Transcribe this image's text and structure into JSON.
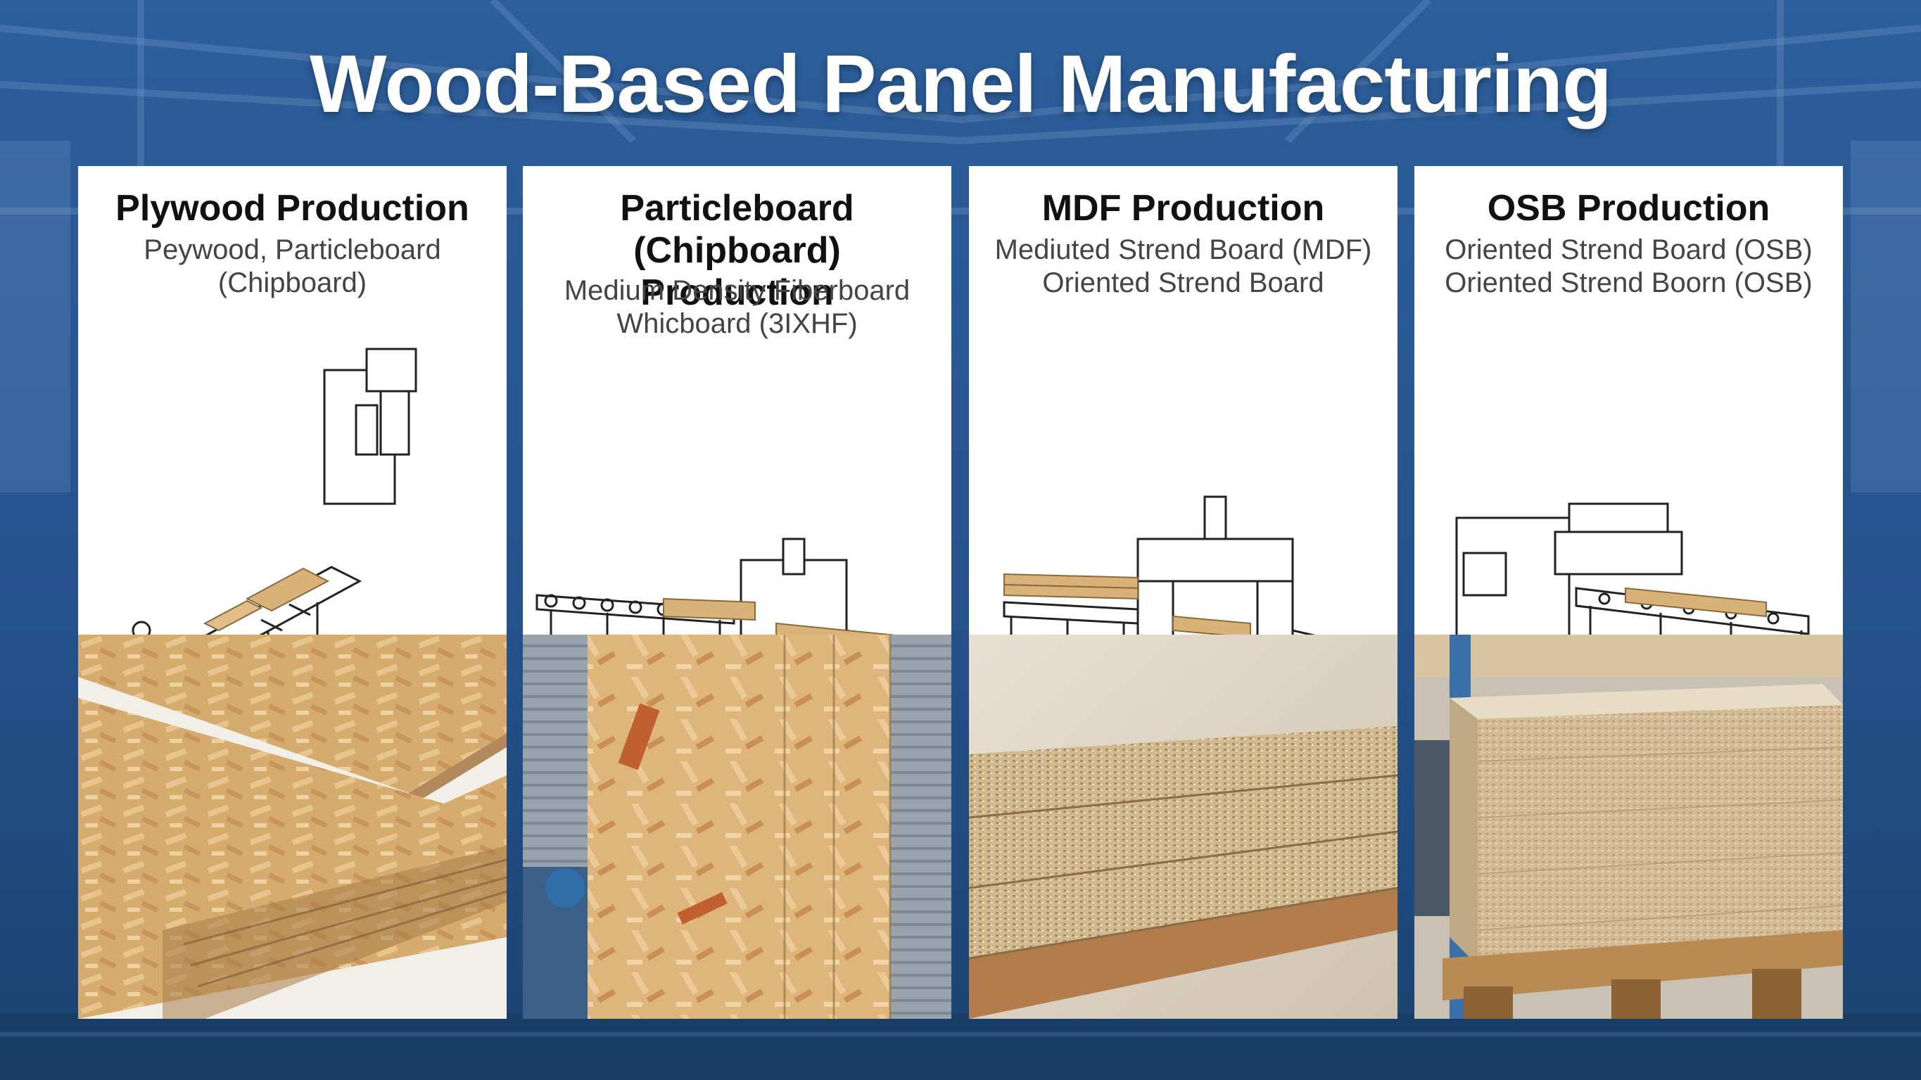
{
  "title": "Wood-Based Panel Manufacturing",
  "panels": [
    {
      "title_lines": [
        "Plywood Production"
      ],
      "subtitle_lines": [
        "Peywood, Particleboard",
        "(Chipboard)"
      ],
      "machine_icon": "conveyor-line-illustration",
      "photo_icon": "osb-stack-photo"
    },
    {
      "title_lines": [
        "Particleboard (Chipboard)",
        "Production"
      ],
      "subtitle_lines": [
        "Medium Density Fiberboard",
        "Whicboard  (3IXHF)"
      ],
      "machine_icon": "press-line-illustration",
      "photo_icon": "osb-sheets-standing-photo"
    },
    {
      "title_lines": [
        "MDF Production"
      ],
      "subtitle_lines": [
        "Mediuted Strend Board (MDF)",
        "Oriented Strend Board"
      ],
      "machine_icon": "hydraulic-press-illustration",
      "photo_icon": "mdf-stack-photo"
    },
    {
      "title_lines": [
        "OSB Production"
      ],
      "subtitle_lines": [
        "Oriented Strend Board (OSB)",
        "Oriented Strend Boorn (OSB)"
      ],
      "machine_icon": "forming-line-illustration",
      "photo_icon": "panel-pallet-photo"
    }
  ],
  "colors": {
    "background": "#234f88",
    "title": "#ffffff",
    "board_wood": "#d9b27a",
    "board_mdf": "#d8cdbc"
  }
}
